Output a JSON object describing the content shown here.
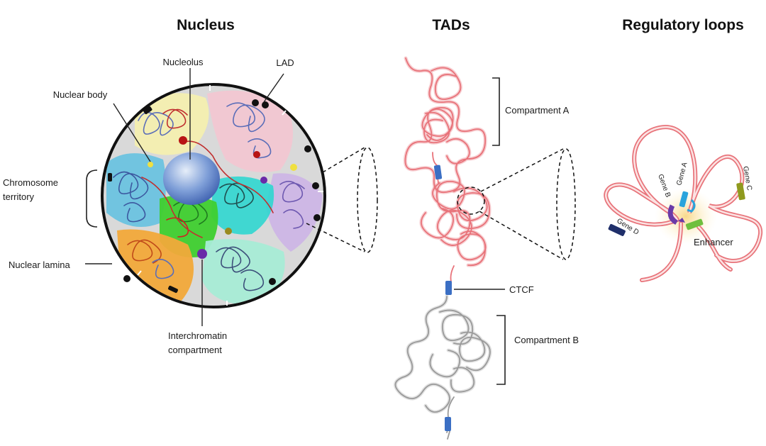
{
  "titles": {
    "nucleus": "Nucleus",
    "tads": "TADs",
    "loops": "Regulatory loops"
  },
  "nucleus_labels": {
    "nucleolus": "Nucleolus",
    "lad": "LAD",
    "nuclear_body": "Nuclear body",
    "chromosome": "Chromosome",
    "territory": "territory",
    "nuclear_lamina": "Nuclear lamina",
    "interchromatin_1": "Interchromatin",
    "interchromatin_2": "compartment"
  },
  "tad_labels": {
    "compartment_a": "Compartment A",
    "ctcf": "CTCF",
    "compartment_b": "Compartment B"
  },
  "loop_labels": {
    "gene_a": "Gene A",
    "gene_b": "Gene B",
    "gene_c": "Gene C",
    "gene_d": "Gene D",
    "enhancer": "Enhancer"
  },
  "colors": {
    "chromatin_active": "#e8737a",
    "chromatin_inactive": "#9a9a9a",
    "ctcf": "#3b6fc4",
    "nucleolus": "#4d74c4",
    "enhancer": "#6fbf3f",
    "gene_a": "#2aa4dc",
    "gene_b": "#6a3aa8",
    "gene_c": "#8f9a1e",
    "gene_d": "#1f2f6a"
  }
}
